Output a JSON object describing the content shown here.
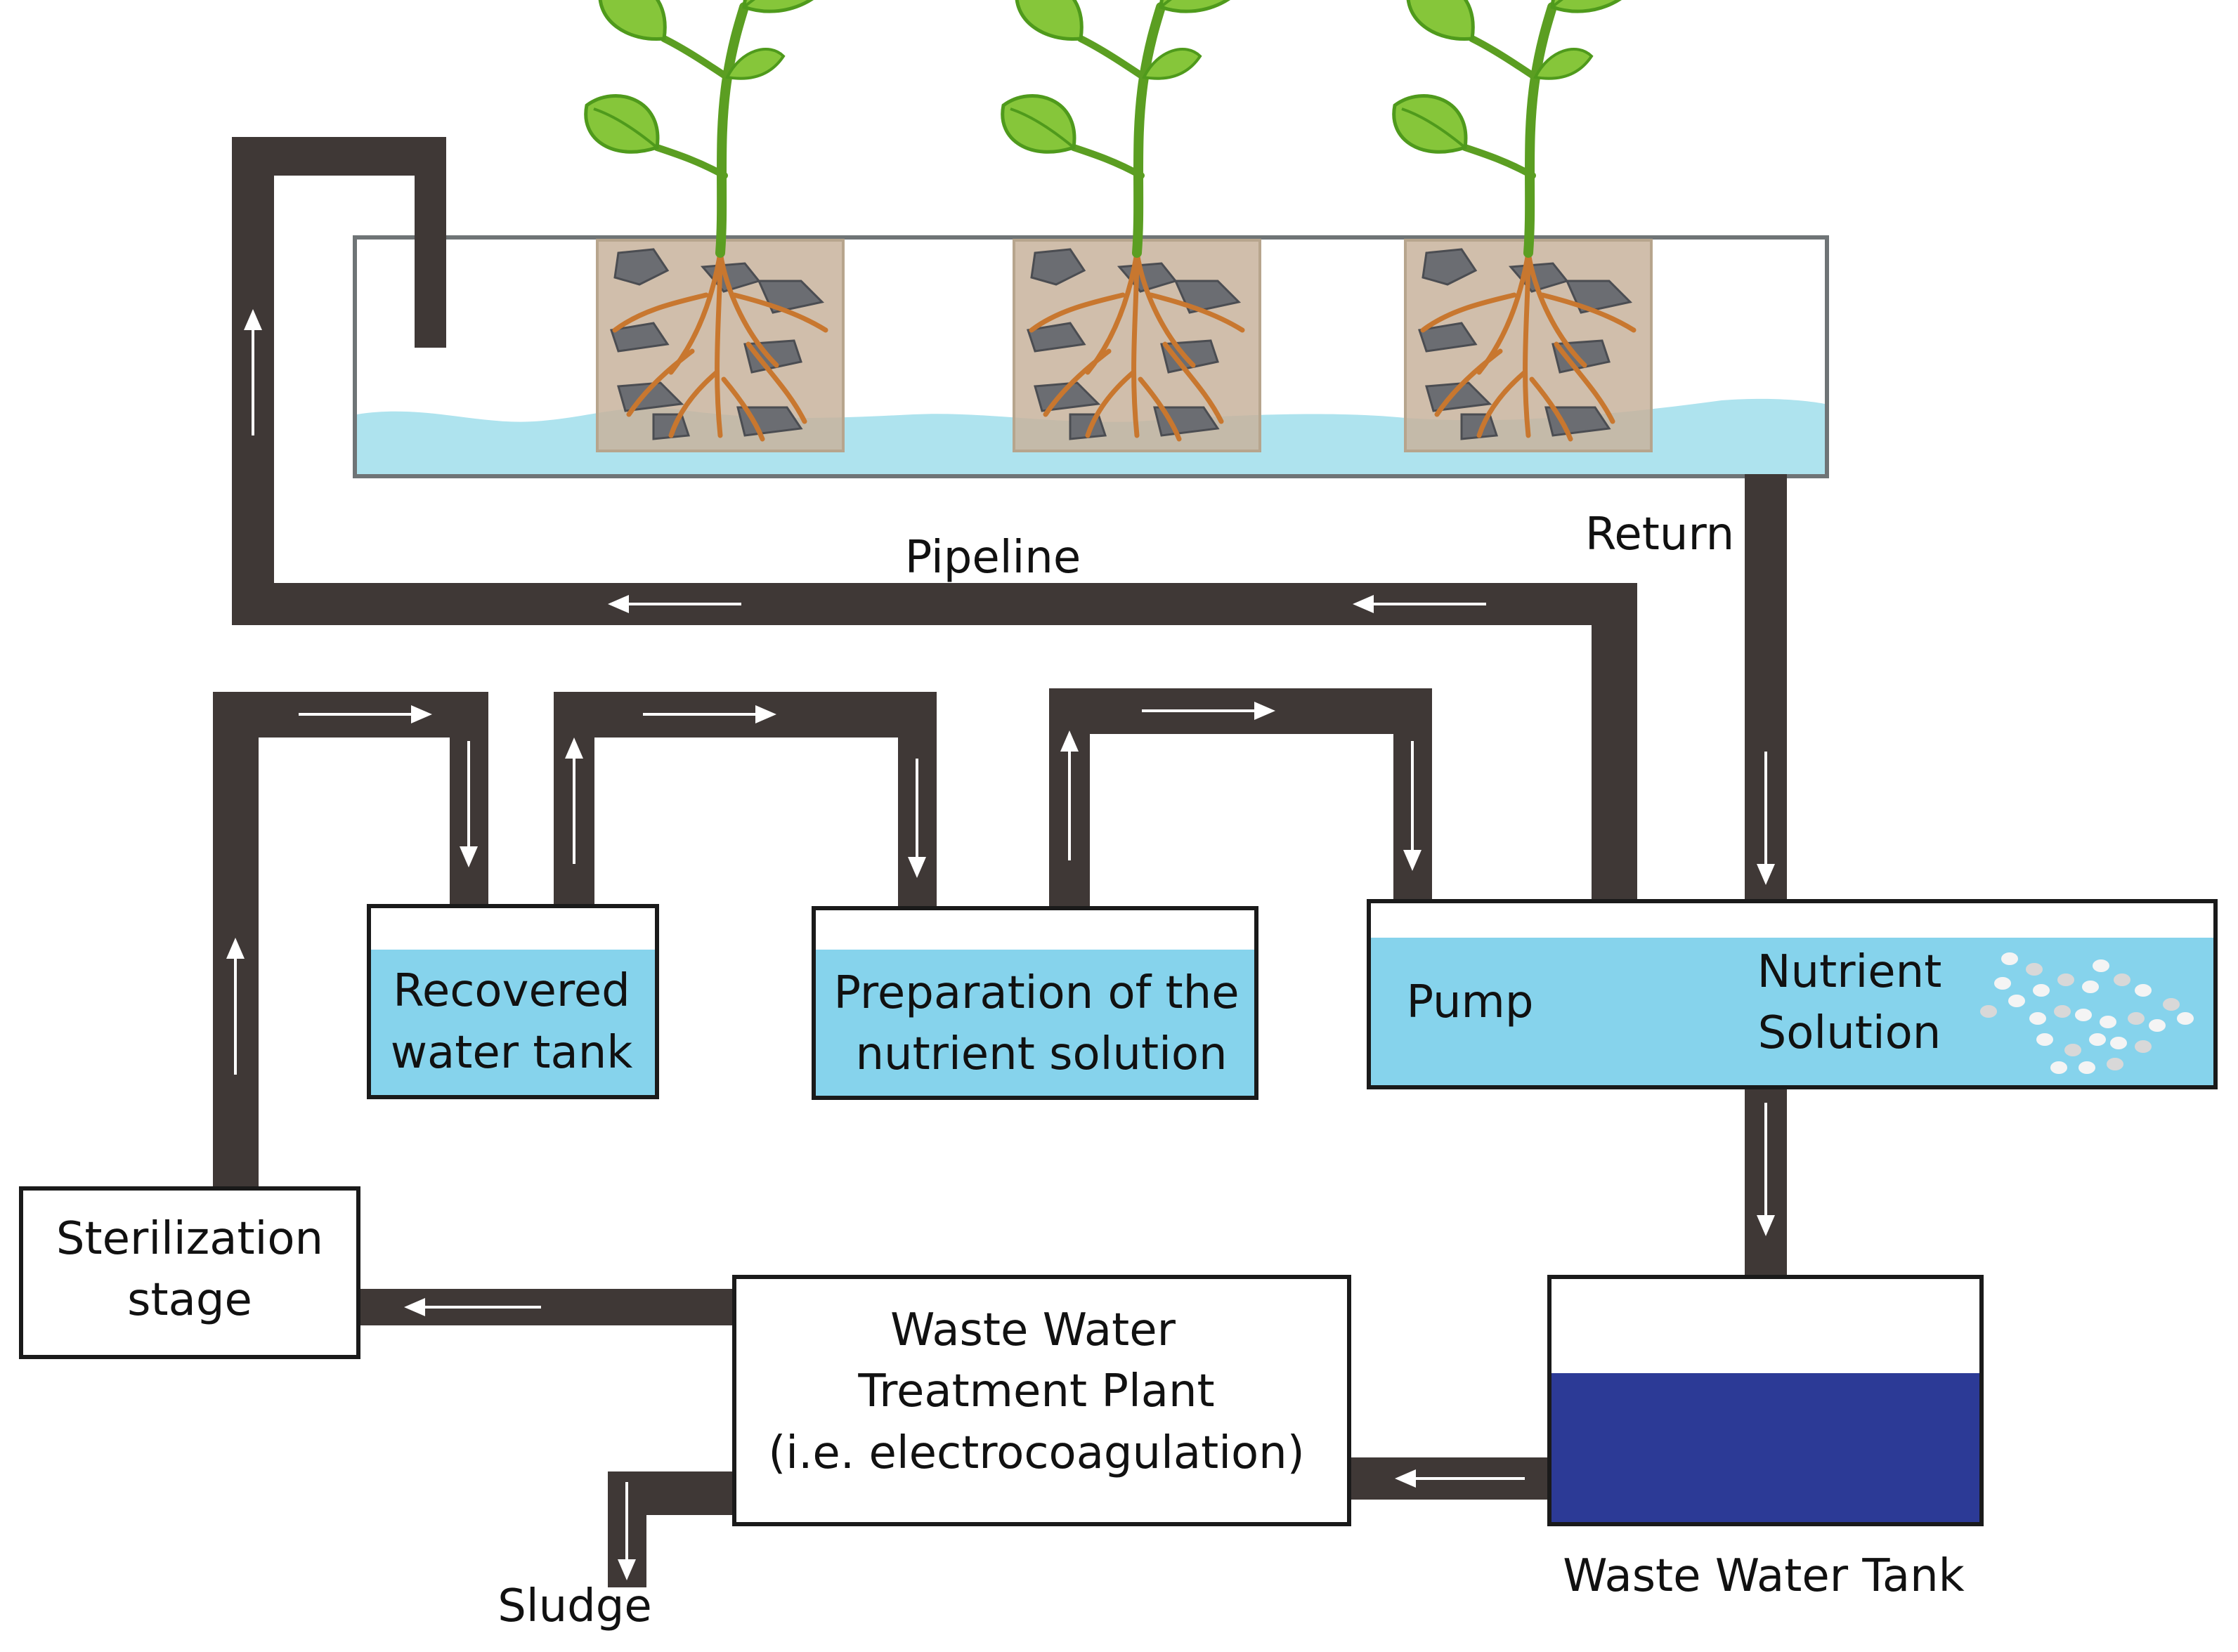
{
  "labels": {
    "pipeline": "Pipeline",
    "return": "Return",
    "pump": "Pump",
    "nutrient_line1": "Nutrient",
    "nutrient_line2": "Solution",
    "recovered_line1": "Recovered",
    "recovered_line2": "water tank",
    "preparation_line1": "Preparation of the",
    "preparation_line2": "nutrient solution",
    "sterilization_line1": "Sterilization",
    "sterilization_line2": "stage",
    "wwtp_line1": "Waste Water",
    "wwtp_line2": "Treatment Plant",
    "wwtp_line3": "(i.e. electrocoagulation)",
    "waste_tank": "Waste Water Tank",
    "sludge": "Sludge"
  },
  "colors": {
    "pipe": "#3f3836",
    "water_light": "#aee3ee",
    "water_tank": "#86d3ec",
    "waste_water": "#2c3a96",
    "tray_border": "#6f7476",
    "media_bg": "#c8b39c",
    "pebble": "#6b6d72",
    "root": "#c8772f",
    "stem": "#5b9e22",
    "leaf": "#86c63a",
    "leaf_dark": "#4f9a1c",
    "arrow": "#ffffff"
  },
  "icons": {
    "plant": "plant-icon",
    "arrow": "flow-arrow-icon"
  }
}
